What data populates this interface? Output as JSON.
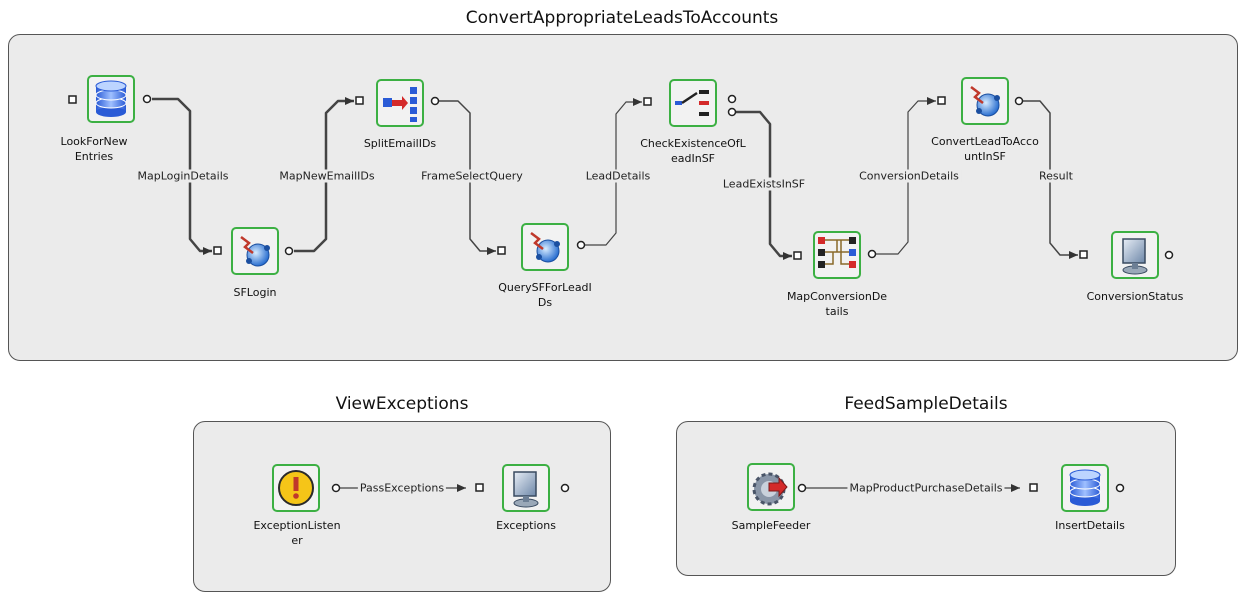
{
  "flows": [
    {
      "title": "ConvertAppropriateLeadsToAccounts",
      "nodes": [
        {
          "label": "LookForNewEntries",
          "icon": "database-icon"
        },
        {
          "label": "SFLogin",
          "icon": "salesforce-connector-icon"
        },
        {
          "label": "SplitEmailIDs",
          "icon": "splitter-icon"
        },
        {
          "label": "QuerySFForLeadIDs",
          "icon": "salesforce-connector-icon"
        },
        {
          "label": "CheckExistenceOfLeadInSF",
          "icon": "decision-switch-icon"
        },
        {
          "label": "MapConversionDetails",
          "icon": "mapper-icon"
        },
        {
          "label": "ConvertLeadToAccountInSF",
          "icon": "salesforce-connector-icon"
        },
        {
          "label": "ConversionStatus",
          "icon": "display-monitor-icon"
        }
      ],
      "links": [
        {
          "label": "MapLoginDetails"
        },
        {
          "label": "MapNewEmailIDs"
        },
        {
          "label": "FrameSelectQuery"
        },
        {
          "label": "LeadDetails"
        },
        {
          "label": "LeadExistsInSF"
        },
        {
          "label": "ConversionDetails"
        },
        {
          "label": "Result"
        }
      ]
    },
    {
      "title": "ViewExceptions",
      "nodes": [
        {
          "label": "ExceptionListener",
          "icon": "exception-warning-icon"
        },
        {
          "label": "Exceptions",
          "icon": "display-monitor-icon"
        }
      ],
      "links": [
        {
          "label": "PassExceptions"
        }
      ]
    },
    {
      "title": "FeedSampleDetails",
      "nodes": [
        {
          "label": "SampleFeeder",
          "icon": "feeder-gear-icon"
        },
        {
          "label": "InsertDetails",
          "icon": "database-icon"
        }
      ],
      "links": [
        {
          "label": "MapProductPurchaseDetails"
        }
      ]
    }
  ],
  "colors": {
    "panel_fill": "#ebebeb",
    "panel_border": "#555555",
    "icon_border": "#3cb043",
    "link_line": "#444444"
  }
}
